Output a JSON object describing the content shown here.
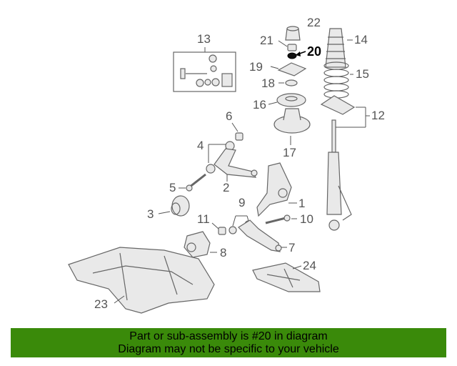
{
  "diagram": {
    "callouts": [
      "1",
      "2",
      "3",
      "4",
      "5",
      "6",
      "7",
      "8",
      "9",
      "10",
      "11",
      "12",
      "13",
      "14",
      "15",
      "16",
      "17",
      "18",
      "19",
      "20",
      "21",
      "22",
      "23",
      "24"
    ],
    "highlighted_part": "20"
  },
  "caption": {
    "line1": "Part or sub-assembly is #20 in diagram",
    "line2": "Diagram may not be specific to your vehicle"
  },
  "colors": {
    "caption_background": "#3a8a0a",
    "line_art": "#666666"
  }
}
